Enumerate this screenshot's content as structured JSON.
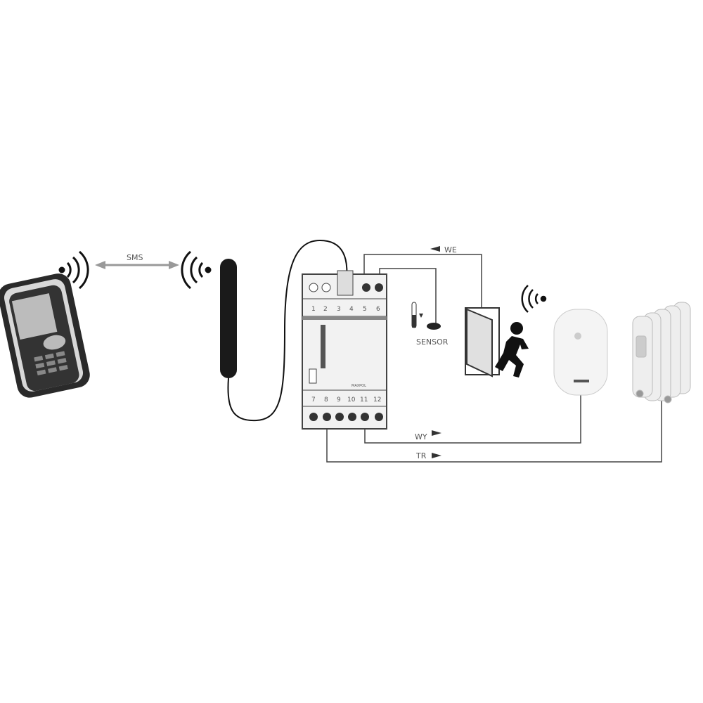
{
  "labels": {
    "sms": "SMS",
    "we": "WE",
    "sensor": "SENSOR",
    "wy": "WY",
    "tr": "TR",
    "model": "MAXPOL"
  },
  "terminals_top": [
    "1",
    "2",
    "3",
    "4",
    "5",
    "6"
  ],
  "terminals_bottom": [
    "7",
    "8",
    "9",
    "10",
    "11",
    "12"
  ],
  "colors": {
    "line": "#444444",
    "device": "#f2f2f2",
    "text": "#555555"
  }
}
